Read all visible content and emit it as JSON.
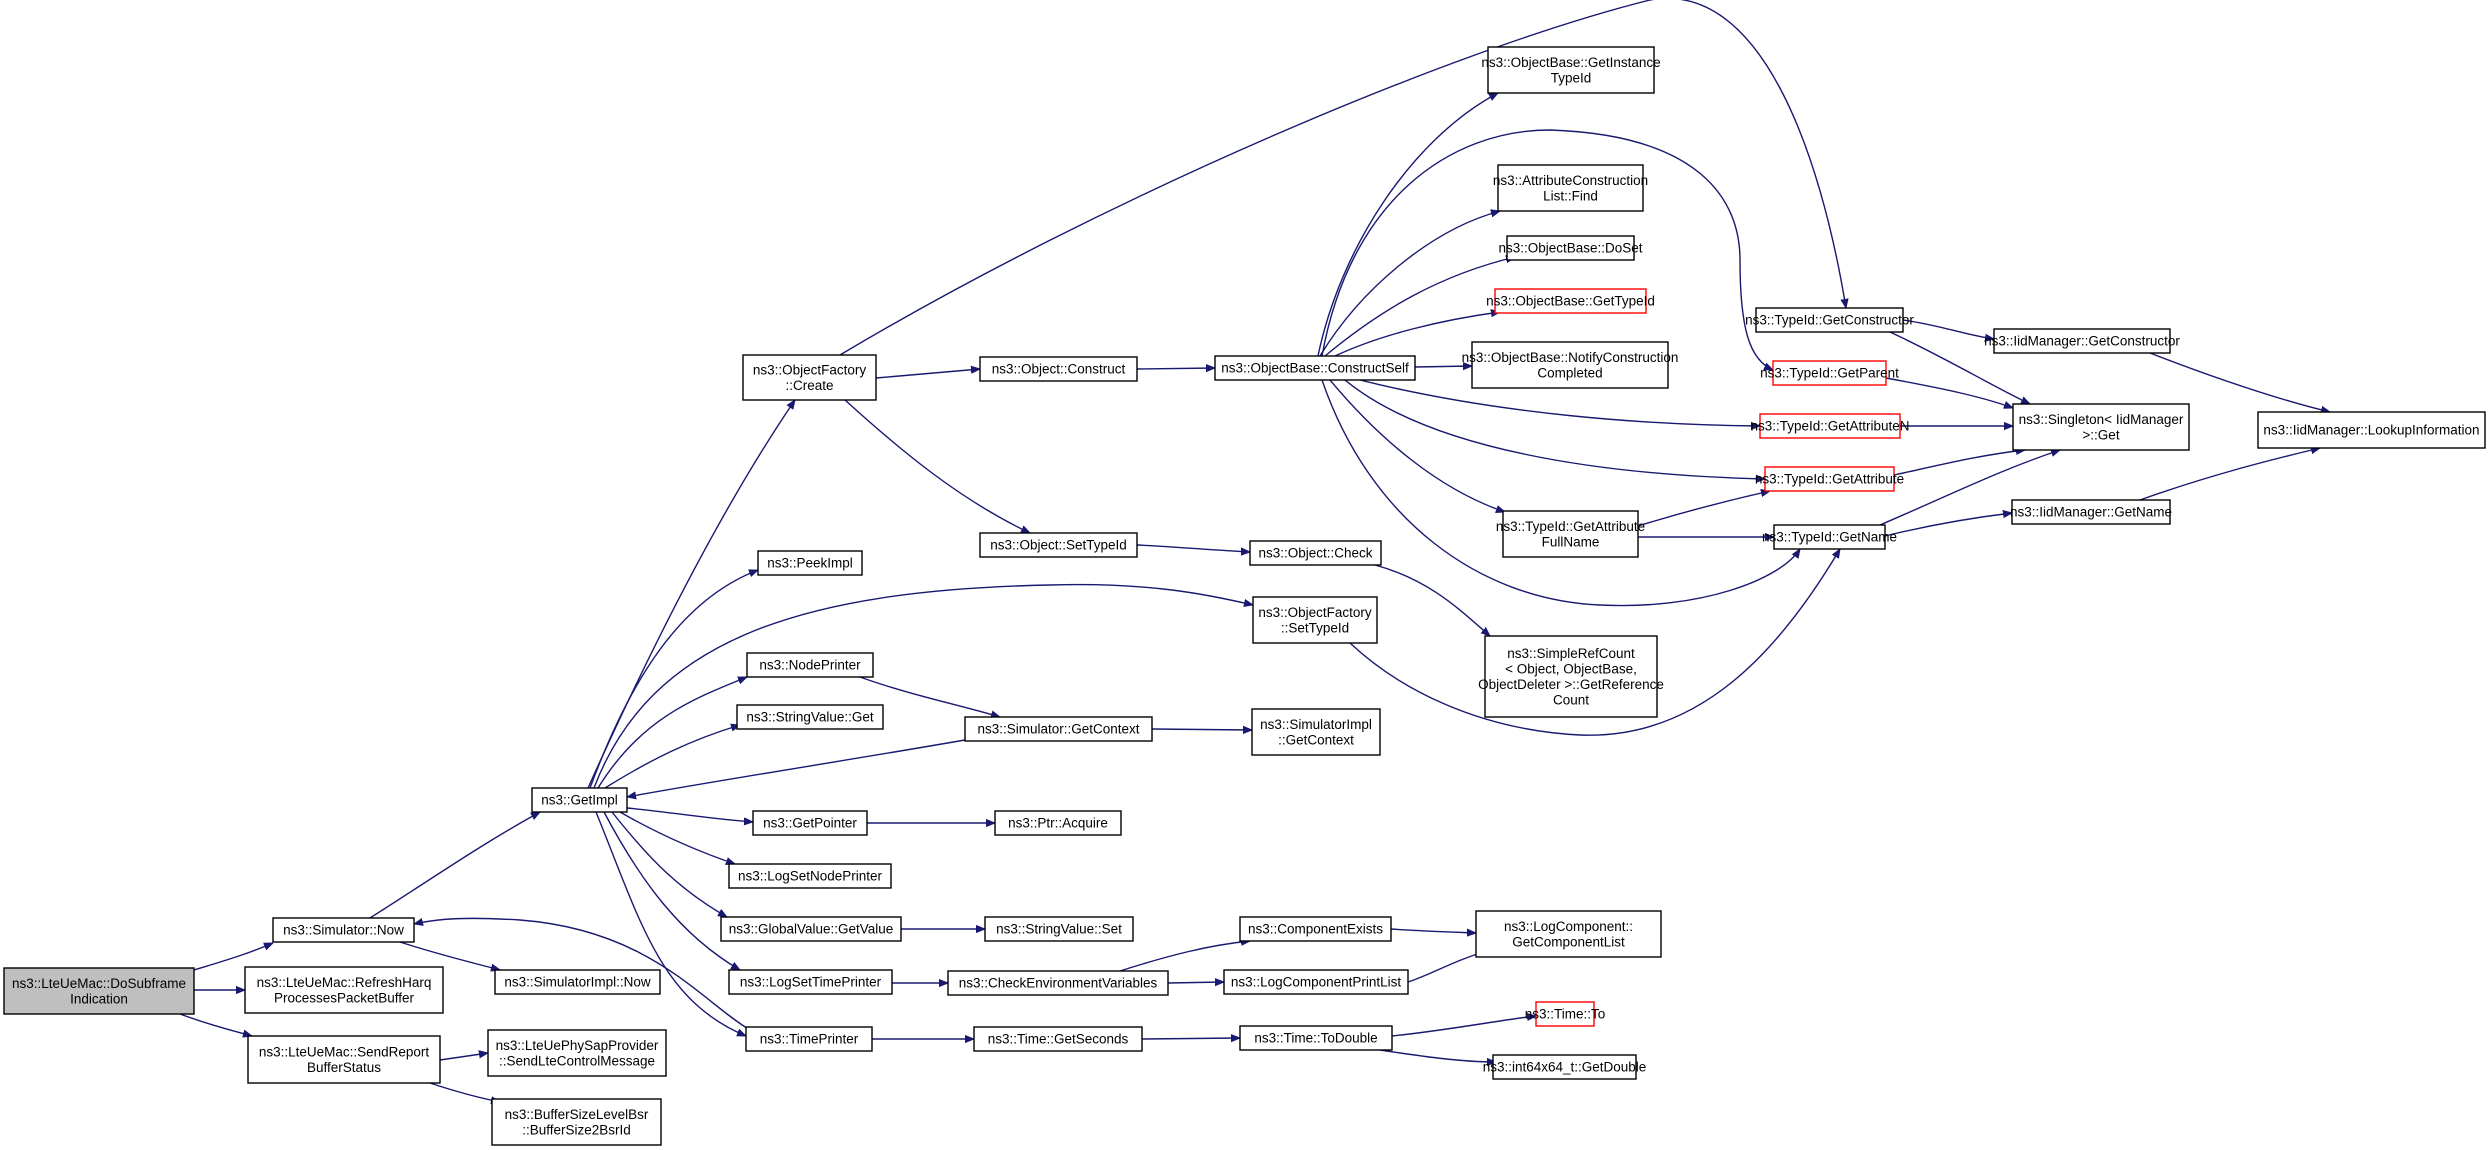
{
  "diagram": {
    "type": "call-graph",
    "colors": {
      "edge": "#191970",
      "root_fill": "#bfbfbf",
      "incomplete_border": "#ff0000",
      "node_border": "#000000"
    },
    "nodes": [
      {
        "id": "root",
        "lines": [
          "ns3::LteUeMac::DoSubframe",
          "Indication"
        ],
        "root": true
      },
      {
        "id": "simnow",
        "lines": [
          "ns3::Simulator::Now"
        ]
      },
      {
        "id": "refresh",
        "lines": [
          "ns3::LteUeMac::RefreshHarq",
          "ProcessesPacketBuffer"
        ]
      },
      {
        "id": "sendreport",
        "lines": [
          "ns3::LteUeMac::SendReport",
          "BufferStatus"
        ]
      },
      {
        "id": "getimpl",
        "lines": [
          "ns3::GetImpl"
        ]
      },
      {
        "id": "simimplnow",
        "lines": [
          "ns3::SimulatorImpl::Now"
        ]
      },
      {
        "id": "sendctrl",
        "lines": [
          "ns3::LteUePhySapProvider",
          "::SendLteControlMessage"
        ]
      },
      {
        "id": "bsr",
        "lines": [
          "ns3::BufferSizeLevelBsr",
          "::BufferSize2BsrId"
        ]
      },
      {
        "id": "ofcreate",
        "lines": [
          "ns3::ObjectFactory",
          "::Create"
        ]
      },
      {
        "id": "peekimpl",
        "lines": [
          "ns3::PeekImpl"
        ]
      },
      {
        "id": "nodeprinter",
        "lines": [
          "ns3::NodePrinter"
        ]
      },
      {
        "id": "strvalget",
        "lines": [
          "ns3::StringValue::Get"
        ]
      },
      {
        "id": "getpointer",
        "lines": [
          "ns3::GetPointer"
        ]
      },
      {
        "id": "logsetnode",
        "lines": [
          "ns3::LogSetNodePrinter"
        ]
      },
      {
        "id": "globalvalue",
        "lines": [
          "ns3::GlobalValue::GetValue"
        ]
      },
      {
        "id": "logsettime",
        "lines": [
          "ns3::LogSetTimePrinter"
        ]
      },
      {
        "id": "timeprinter",
        "lines": [
          "ns3::TimePrinter"
        ]
      },
      {
        "id": "objconstruct",
        "lines": [
          "ns3::Object::Construct"
        ]
      },
      {
        "id": "objsettypeid",
        "lines": [
          "ns3::Object::SetTypeId"
        ]
      },
      {
        "id": "simgetctx",
        "lines": [
          "ns3::Simulator::GetContext"
        ]
      },
      {
        "id": "ptracquire",
        "lines": [
          "ns3::Ptr::Acquire"
        ]
      },
      {
        "id": "strvalset",
        "lines": [
          "ns3::StringValue::Set"
        ]
      },
      {
        "id": "checkenv",
        "lines": [
          "ns3::CheckEnvironmentVariables"
        ]
      },
      {
        "id": "timegetsec",
        "lines": [
          "ns3::Time::GetSeconds"
        ]
      },
      {
        "id": "constructself",
        "lines": [
          "ns3::ObjectBase::ConstructSelf"
        ]
      },
      {
        "id": "objcheck",
        "lines": [
          "ns3::Object::Check"
        ]
      },
      {
        "id": "ofsettypeid",
        "lines": [
          "ns3::ObjectFactory",
          "::SetTypeId"
        ]
      },
      {
        "id": "simimplctx",
        "lines": [
          "ns3::SimulatorImpl",
          "::GetContext"
        ]
      },
      {
        "id": "compexists",
        "lines": [
          "ns3::ComponentExists"
        ]
      },
      {
        "id": "logcompprint",
        "lines": [
          "ns3::LogComponentPrintList"
        ]
      },
      {
        "id": "timetodouble",
        "lines": [
          "ns3::Time::ToDouble"
        ]
      },
      {
        "id": "getinsttypeid",
        "lines": [
          "ns3::ObjectBase::GetInstance",
          "TypeId"
        ]
      },
      {
        "id": "attrconstrfind",
        "lines": [
          "ns3::AttributeConstruction",
          "List::Find"
        ]
      },
      {
        "id": "doset",
        "lines": [
          "ns3::ObjectBase::DoSet"
        ]
      },
      {
        "id": "obgettypeid",
        "lines": [
          "ns3::ObjectBase::GetTypeId"
        ],
        "red": true
      },
      {
        "id": "notifyconstr",
        "lines": [
          "ns3::ObjectBase::NotifyConstruction",
          "Completed"
        ]
      },
      {
        "id": "tidattrfull",
        "lines": [
          "ns3::TypeId::GetAttribute",
          "FullName"
        ]
      },
      {
        "id": "simplerefcount",
        "lines": [
          "ns3::SimpleRefCount",
          "< Object, ObjectBase,",
          "ObjectDeleter >::GetReference",
          "Count"
        ]
      },
      {
        "id": "logcomplist",
        "lines": [
          "ns3::LogComponent::",
          "GetComponentList"
        ]
      },
      {
        "id": "timeto",
        "lines": [
          "ns3::Time::To"
        ],
        "red": true
      },
      {
        "id": "int64getdouble",
        "lines": [
          "ns3::int64x64_t::GetDouble"
        ]
      },
      {
        "id": "tidgetctor",
        "lines": [
          "ns3::TypeId::GetConstructor"
        ]
      },
      {
        "id": "tidgetparent",
        "lines": [
          "ns3::TypeId::GetParent"
        ],
        "red": true
      },
      {
        "id": "tidgetattrn",
        "lines": [
          "ns3::TypeId::GetAttributeN"
        ],
        "red": true
      },
      {
        "id": "tidgetattr",
        "lines": [
          "ns3::TypeId::GetAttribute"
        ],
        "red": true
      },
      {
        "id": "tidgetname",
        "lines": [
          "ns3::TypeId::GetName"
        ]
      },
      {
        "id": "iidgetctor",
        "lines": [
          "ns3::IidManager::GetConstructor"
        ]
      },
      {
        "id": "singletonget",
        "lines": [
          "ns3::Singleton< IidManager",
          ">::Get"
        ]
      },
      {
        "id": "iidgetname",
        "lines": [
          "ns3::IidManager::GetName"
        ]
      },
      {
        "id": "iidlookup",
        "lines": [
          "ns3::IidManager::LookupInformation"
        ]
      }
    ],
    "edges": [
      [
        "root",
        "simnow"
      ],
      [
        "root",
        "refresh"
      ],
      [
        "root",
        "sendreport"
      ],
      [
        "simnow",
        "getimpl"
      ],
      [
        "simnow",
        "simimplnow"
      ],
      [
        "sendreport",
        "sendctrl"
      ],
      [
        "sendreport",
        "bsr"
      ],
      [
        "getimpl",
        "ofcreate"
      ],
      [
        "getimpl",
        "peekimpl"
      ],
      [
        "getimpl",
        "ofsettypeid"
      ],
      [
        "getimpl",
        "nodeprinter"
      ],
      [
        "getimpl",
        "strvalget"
      ],
      [
        "getimpl",
        "getpointer"
      ],
      [
        "getimpl",
        "logsetnode"
      ],
      [
        "getimpl",
        "globalvalue"
      ],
      [
        "getimpl",
        "logsettime"
      ],
      [
        "getimpl",
        "timeprinter"
      ],
      [
        "ofcreate",
        "objconstruct"
      ],
      [
        "ofcreate",
        "objsettypeid"
      ],
      [
        "ofcreate",
        "tidgetctor"
      ],
      [
        "objconstruct",
        "constructself"
      ],
      [
        "objsettypeid",
        "objcheck"
      ],
      [
        "nodeprinter",
        "simgetctx"
      ],
      [
        "simgetctx",
        "getimpl"
      ],
      [
        "simgetctx",
        "simimplctx"
      ],
      [
        "getpointer",
        "ptracquire"
      ],
      [
        "globalvalue",
        "strvalset"
      ],
      [
        "logsettime",
        "checkenv"
      ],
      [
        "timeprinter",
        "simnow"
      ],
      [
        "timeprinter",
        "timegetsec"
      ],
      [
        "checkenv",
        "compexists"
      ],
      [
        "checkenv",
        "logcompprint"
      ],
      [
        "timegetsec",
        "timetodouble"
      ],
      [
        "constructself",
        "getinsttypeid"
      ],
      [
        "constructself",
        "attrconstrfind"
      ],
      [
        "constructself",
        "doset"
      ],
      [
        "constructself",
        "obgettypeid"
      ],
      [
        "constructself",
        "notifyconstr"
      ],
      [
        "constructself",
        "tidgetparent"
      ],
      [
        "constructself",
        "tidgetattrn"
      ],
      [
        "constructself",
        "tidgetattr"
      ],
      [
        "constructself",
        "tidattrfull"
      ],
      [
        "constructself",
        "tidgetname"
      ],
      [
        "objcheck",
        "simplerefcount"
      ],
      [
        "ofsettypeid",
        "tidgetname"
      ],
      [
        "compexists",
        "logcomplist"
      ],
      [
        "logcompprint",
        "logcomplist"
      ],
      [
        "timetodouble",
        "timeto"
      ],
      [
        "timetodouble",
        "int64getdouble"
      ],
      [
        "tidattrfull",
        "tidgetattr"
      ],
      [
        "tidattrfull",
        "tidgetname"
      ],
      [
        "tidgetctor",
        "iidgetctor"
      ],
      [
        "tidgetctor",
        "singletonget"
      ],
      [
        "tidgetparent",
        "singletonget"
      ],
      [
        "tidgetattrn",
        "singletonget"
      ],
      [
        "tidgetattr",
        "singletonget"
      ],
      [
        "tidgetname",
        "singletonget"
      ],
      [
        "tidgetname",
        "iidgetname"
      ],
      [
        "iidgetctor",
        "iidlookup"
      ],
      [
        "iidgetname",
        "iidlookup"
      ]
    ]
  }
}
